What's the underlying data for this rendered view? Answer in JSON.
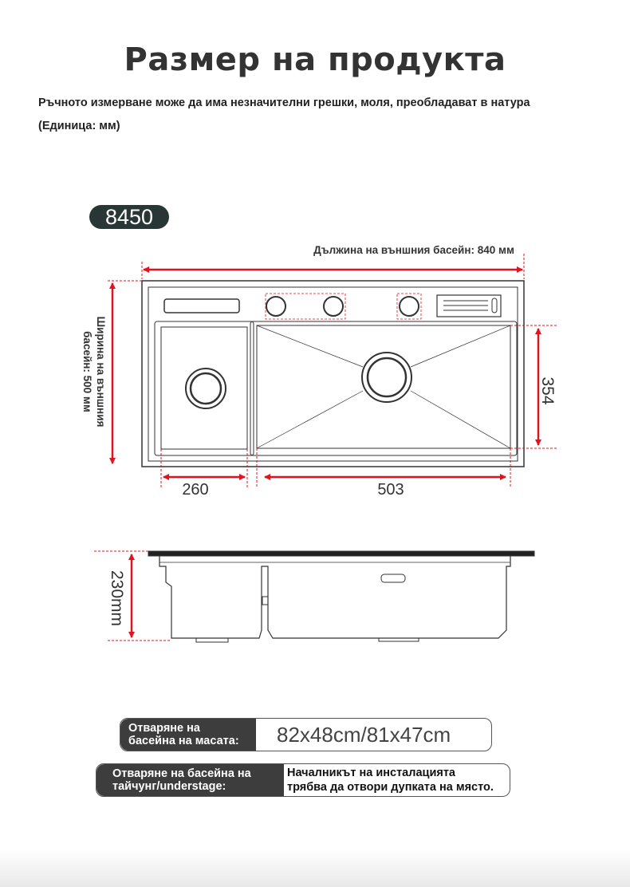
{
  "header": {
    "title": "Размер на продукта",
    "subtitle": "Ръчното измерване може да има незначителни грешки, моля, преобладават в натура",
    "unit": "(Единица: мм)"
  },
  "model_badge": "8450",
  "top_view": {
    "length_label": "Дължина на външния басейн: 840 мм",
    "width_label_line1": "Ширина на външния",
    "width_label_line2": "басейн: 500 мм",
    "depth_basin": "354",
    "small_basin_width": "260",
    "large_basin_width": "503"
  },
  "side_view": {
    "height_label": "230mm"
  },
  "specs": [
    {
      "label_line1": "Отваряне на",
      "label_line2": "басейна на масата:",
      "value": "82x48cm/81x47cm"
    },
    {
      "label_line1": "Отваряне на басейна на",
      "label_line2": "тайчунг/understage:",
      "value_line1": "Началникът на инсталацията",
      "value_line2": "трябва да отвори дупката на място."
    }
  ],
  "colors": {
    "accent": "#e0141e",
    "badge": "#283735",
    "outline": "#333333"
  }
}
